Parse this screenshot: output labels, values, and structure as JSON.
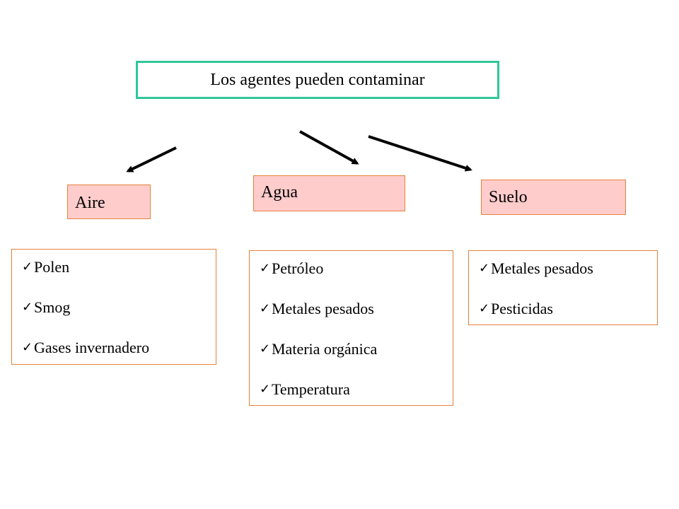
{
  "title": "Los agentes pueden contaminar",
  "categories": [
    {
      "key": "aire",
      "label": "Aire",
      "items": [
        "Polen",
        "Smog",
        "Gases invernadero"
      ]
    },
    {
      "key": "agua",
      "label": "Agua",
      "items": [
        "Petróleo",
        "Metales pesados",
        "Materia orgánica",
        "Temperatura"
      ]
    },
    {
      "key": "suelo",
      "label": "Suelo",
      "items": [
        "Metales pesados",
        "Pesticidas"
      ]
    }
  ],
  "colors": {
    "title_border": "#2fc79a",
    "category_fill": "#ffcccc",
    "box_border": "#e5813a",
    "arrow": "#000000"
  },
  "bullet_icon": "checkmark-icon"
}
